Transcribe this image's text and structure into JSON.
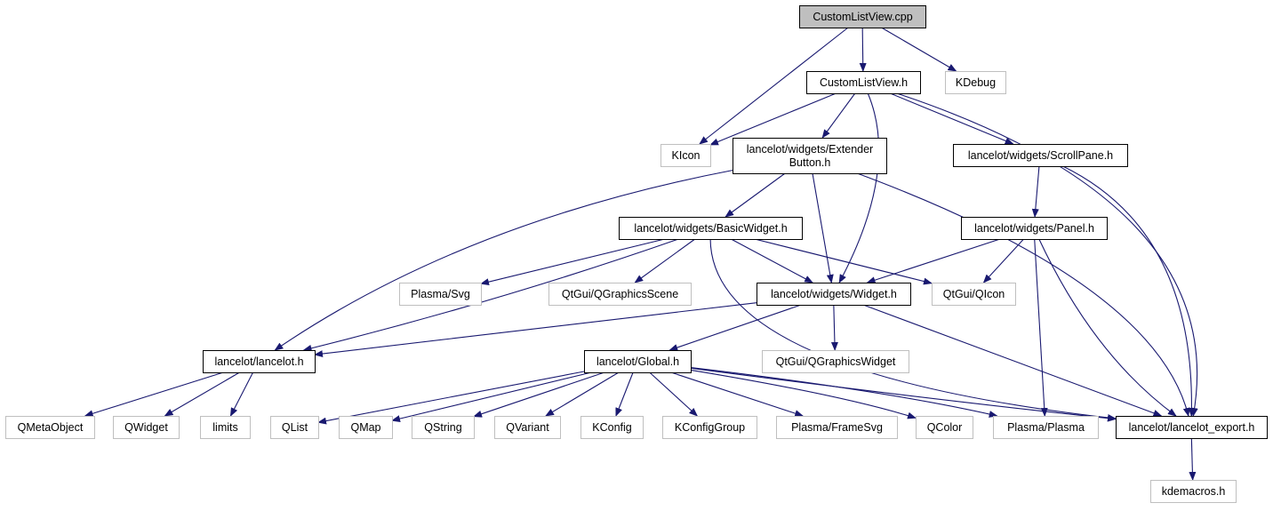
{
  "colors": {
    "edge": "#191970",
    "root_fill": "#bfbfbf",
    "root_border": "#000000",
    "documented_border": "#000000",
    "external_border": "#bfbfbf",
    "external_text": "#000000"
  },
  "nodes": [
    {
      "id": "root",
      "kind": "root",
      "lines": [
        "CustomListView.cpp"
      ]
    },
    {
      "id": "clv_h",
      "kind": "documented",
      "lines": [
        "CustomListView.h"
      ]
    },
    {
      "id": "kdebug",
      "kind": "external",
      "lines": [
        "KDebug"
      ]
    },
    {
      "id": "kicon",
      "kind": "external",
      "lines": [
        "KIcon"
      ]
    },
    {
      "id": "extender",
      "kind": "documented",
      "lines": [
        "lancelot/widgets/Extender",
        "Button.h"
      ]
    },
    {
      "id": "scrollpane",
      "kind": "documented",
      "lines": [
        "lancelot/widgets/ScrollPane.h"
      ]
    },
    {
      "id": "basicwidget",
      "kind": "documented",
      "lines": [
        "lancelot/widgets/BasicWidget.h"
      ]
    },
    {
      "id": "panel",
      "kind": "documented",
      "lines": [
        "lancelot/widgets/Panel.h"
      ]
    },
    {
      "id": "plasmasvg",
      "kind": "external",
      "lines": [
        "Plasma/Svg"
      ]
    },
    {
      "id": "qgscene",
      "kind": "external",
      "lines": [
        "QtGui/QGraphicsScene"
      ]
    },
    {
      "id": "widget",
      "kind": "documented",
      "lines": [
        "lancelot/widgets/Widget.h"
      ]
    },
    {
      "id": "qicon",
      "kind": "external",
      "lines": [
        "QtGui/QIcon"
      ]
    },
    {
      "id": "lancelot",
      "kind": "documented",
      "lines": [
        "lancelot/lancelot.h"
      ]
    },
    {
      "id": "global",
      "kind": "documented",
      "lines": [
        "lancelot/Global.h"
      ]
    },
    {
      "id": "qgwidget",
      "kind": "external",
      "lines": [
        "QtGui/QGraphicsWidget"
      ]
    },
    {
      "id": "qmetaobject",
      "kind": "external",
      "lines": [
        "QMetaObject"
      ]
    },
    {
      "id": "qwidget",
      "kind": "external",
      "lines": [
        "QWidget"
      ]
    },
    {
      "id": "limits",
      "kind": "external",
      "lines": [
        "limits"
      ]
    },
    {
      "id": "qlist",
      "kind": "external",
      "lines": [
        "QList"
      ]
    },
    {
      "id": "qmap",
      "kind": "external",
      "lines": [
        "QMap"
      ]
    },
    {
      "id": "qstring",
      "kind": "external",
      "lines": [
        "QString"
      ]
    },
    {
      "id": "qvariant",
      "kind": "external",
      "lines": [
        "QVariant"
      ]
    },
    {
      "id": "kconfig",
      "kind": "external",
      "lines": [
        "KConfig"
      ]
    },
    {
      "id": "kconfiggroup",
      "kind": "external",
      "lines": [
        "KConfigGroup"
      ]
    },
    {
      "id": "framesvg",
      "kind": "external",
      "lines": [
        "Plasma/FrameSvg"
      ]
    },
    {
      "id": "qcolor",
      "kind": "external",
      "lines": [
        "QColor"
      ]
    },
    {
      "id": "plasmaplasma",
      "kind": "external",
      "lines": [
        "Plasma/Plasma"
      ]
    },
    {
      "id": "export",
      "kind": "documented",
      "lines": [
        "lancelot/lancelot_export.h"
      ]
    },
    {
      "id": "kdemacros",
      "kind": "external",
      "lines": [
        "kdemacros.h"
      ]
    }
  ],
  "edges": [
    {
      "from": "root",
      "to": "clv_h"
    },
    {
      "from": "root",
      "to": "kicon"
    },
    {
      "from": "root",
      "to": "kdebug"
    },
    {
      "from": "clv_h",
      "to": "kicon"
    },
    {
      "from": "clv_h",
      "to": "extender"
    },
    {
      "from": "clv_h",
      "to": "widget"
    },
    {
      "from": "clv_h",
      "to": "scrollpane"
    },
    {
      "from": "clv_h",
      "to": "export"
    },
    {
      "from": "extender",
      "to": "basicwidget"
    },
    {
      "from": "extender",
      "to": "lancelot"
    },
    {
      "from": "extender",
      "to": "widget"
    },
    {
      "from": "extender",
      "to": "export"
    },
    {
      "from": "scrollpane",
      "to": "panel"
    },
    {
      "from": "scrollpane",
      "to": "export"
    },
    {
      "from": "basicwidget",
      "to": "plasmasvg"
    },
    {
      "from": "basicwidget",
      "to": "qgscene"
    },
    {
      "from": "basicwidget",
      "to": "widget"
    },
    {
      "from": "basicwidget",
      "to": "qicon"
    },
    {
      "from": "basicwidget",
      "to": "lancelot"
    },
    {
      "from": "basicwidget",
      "to": "export"
    },
    {
      "from": "panel",
      "to": "widget"
    },
    {
      "from": "panel",
      "to": "qicon"
    },
    {
      "from": "panel",
      "to": "plasmaplasma"
    },
    {
      "from": "panel",
      "to": "export"
    },
    {
      "from": "widget",
      "to": "lancelot"
    },
    {
      "from": "widget",
      "to": "global"
    },
    {
      "from": "widget",
      "to": "qgwidget"
    },
    {
      "from": "widget",
      "to": "export"
    },
    {
      "from": "lancelot",
      "to": "qmetaobject"
    },
    {
      "from": "lancelot",
      "to": "qwidget"
    },
    {
      "from": "lancelot",
      "to": "limits"
    },
    {
      "from": "global",
      "to": "qlist"
    },
    {
      "from": "global",
      "to": "qmap"
    },
    {
      "from": "global",
      "to": "qstring"
    },
    {
      "from": "global",
      "to": "qvariant"
    },
    {
      "from": "global",
      "to": "kconfig"
    },
    {
      "from": "global",
      "to": "kconfiggroup"
    },
    {
      "from": "global",
      "to": "framesvg"
    },
    {
      "from": "global",
      "to": "qcolor"
    },
    {
      "from": "global",
      "to": "plasmaplasma"
    },
    {
      "from": "global",
      "to": "export"
    },
    {
      "from": "export",
      "to": "kdemacros"
    }
  ]
}
